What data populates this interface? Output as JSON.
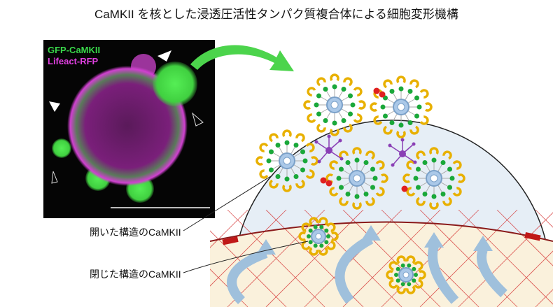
{
  "title": "CaMKII を核とした浸透圧活性タンパク質複合体による細胞変形機構",
  "micrograph": {
    "label_green": "GFP-CaMKII",
    "label_magenta": "Lifeact-RFP"
  },
  "labels": {
    "open": "開いた構造のCaMKII",
    "closed": "閉じた構造のCaMKII"
  },
  "colors": {
    "green": "#39d64a",
    "magenta": "#e040e0",
    "hub": "#aac8e8",
    "dot": "#1aa83a",
    "crescent": "#e8b000",
    "linker": "#8a3fb5",
    "red": "#e02020",
    "arrow": "#9fc0dc",
    "cytoplasm": "#faf1dc"
  }
}
